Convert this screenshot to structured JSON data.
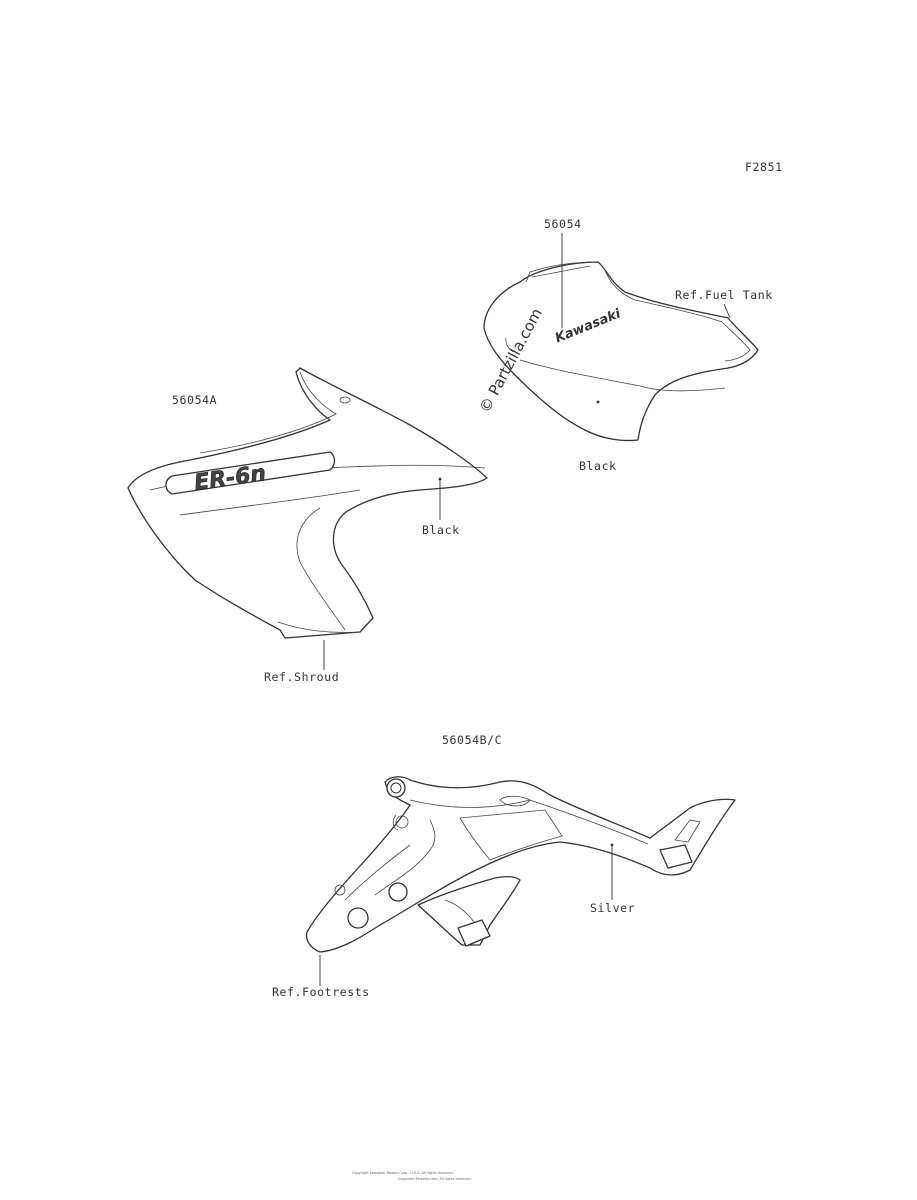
{
  "figure_code": "F2851",
  "parts": {
    "tank_decal": {
      "part_no": "56054",
      "color": "Black",
      "ref": "Ref.Fuel Tank",
      "logo_text": "Kawasaki"
    },
    "shroud_decal": {
      "part_no": "56054A",
      "color": "Black",
      "ref": "Ref.Shroud",
      "logo_text": "ER-6n"
    },
    "frame_decal": {
      "part_no": "56054B/C",
      "color": "Silver",
      "ref": "Ref.Footrests"
    }
  },
  "watermark": "© Partzilla.com",
  "footer": {
    "line1": "Copyright Kawasaki Motors Corp., U.S.A. All rights reserved.",
    "line2": "Copyright Partzilla.com. All rights reserved."
  }
}
